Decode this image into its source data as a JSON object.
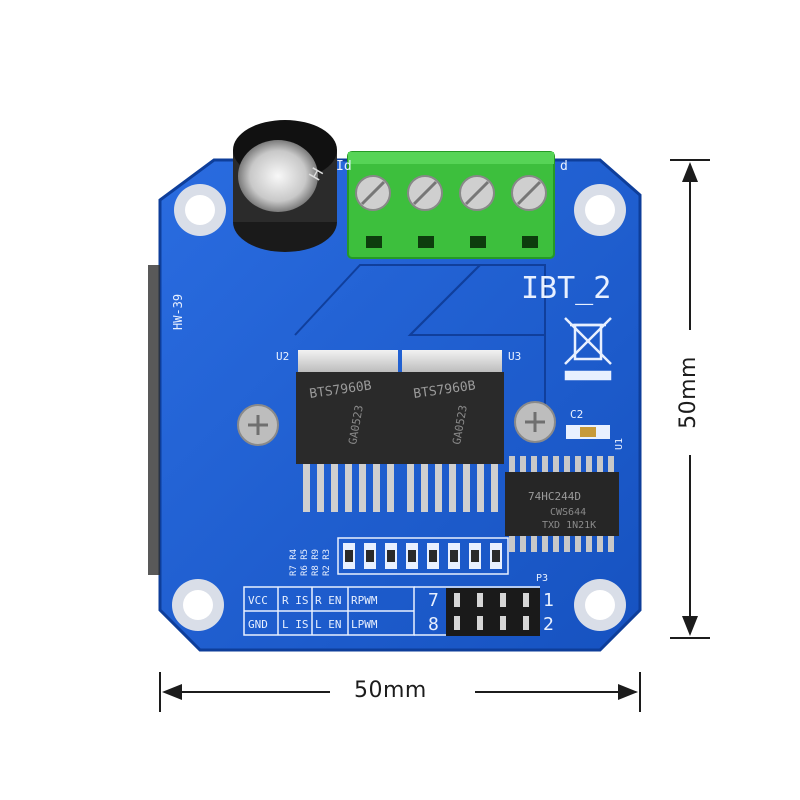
{
  "board": {
    "model": "IBT_2",
    "side_marking": "HW-39",
    "ic_left_label": "U2",
    "ic_right_label": "U3",
    "ic_u1_label": "U1",
    "chip_left_text": "BTS7960B",
    "chip_left_code": "GA0523",
    "chip_right_text": "BTS7960B",
    "chip_right_code": "GA0523",
    "logic_chip_line1": "74HC244D",
    "logic_chip_line2": "CWS644",
    "logic_chip_line3": "TXD 1N21K",
    "cap_label": "C2",
    "connector_label": "P3",
    "resistor_col1": "R7 R4",
    "resistor_col2": "R6 R5",
    "resistor_col3": "R8 R9",
    "resistor_col4": "R2 R3",
    "terminal_left_mark": "Id",
    "terminal_right_mark": "d",
    "pin_table": {
      "row1": [
        "VCC",
        "R IS",
        "R EN",
        "RPWM"
      ],
      "row2": [
        "GND",
        "L IS",
        "L EN",
        "LPWM"
      ]
    },
    "header_numbers": {
      "top_left": "7",
      "bottom_left": "8",
      "top_right": "1",
      "bottom_right": "2"
    }
  },
  "dimensions": {
    "width_label": "50mm",
    "height_label": "50mm"
  },
  "colors": {
    "pcb": "#1f5fd0",
    "terminal": "#3dbf3d",
    "chip": "#2a2a2a",
    "silkscreen": "#e8f0ff"
  }
}
